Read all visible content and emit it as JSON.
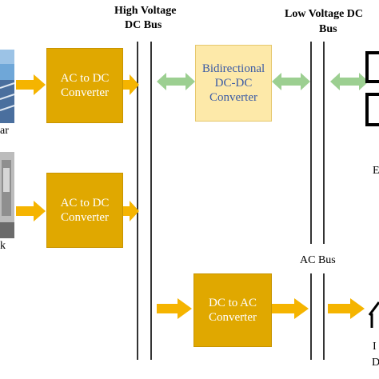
{
  "buses": {
    "hv_title_line1": "High Voltage",
    "hv_title_line2": "DC Bus",
    "lv_title_line1": "Low Voltage DC",
    "lv_title_line2": "Bus",
    "ac_bus": "AC Bus"
  },
  "converters": {
    "solar_line1": "AC to DC",
    "solar_line2": "Converter",
    "grid_line1": "AC to DC",
    "grid_line2": "Converter",
    "bidir_line1": "Bidirectional",
    "bidir_line2": "DC-DC",
    "bidir_line3": "Converter",
    "inverter_line1": "DC to AC",
    "inverter_line2": "Converter"
  },
  "side_labels": {
    "solar_partial": "ar",
    "grid_partial": "k",
    "battery_partial": "E",
    "load_partial_1": "I",
    "load_partial_2": "D"
  },
  "colors": {
    "converter_fill": "#e0a800",
    "bidir_fill": "#fde9a9",
    "bidir_text": "#3b5ba5",
    "arrow_orange": "#f5b400",
    "arrow_green": "#9ccf91"
  }
}
